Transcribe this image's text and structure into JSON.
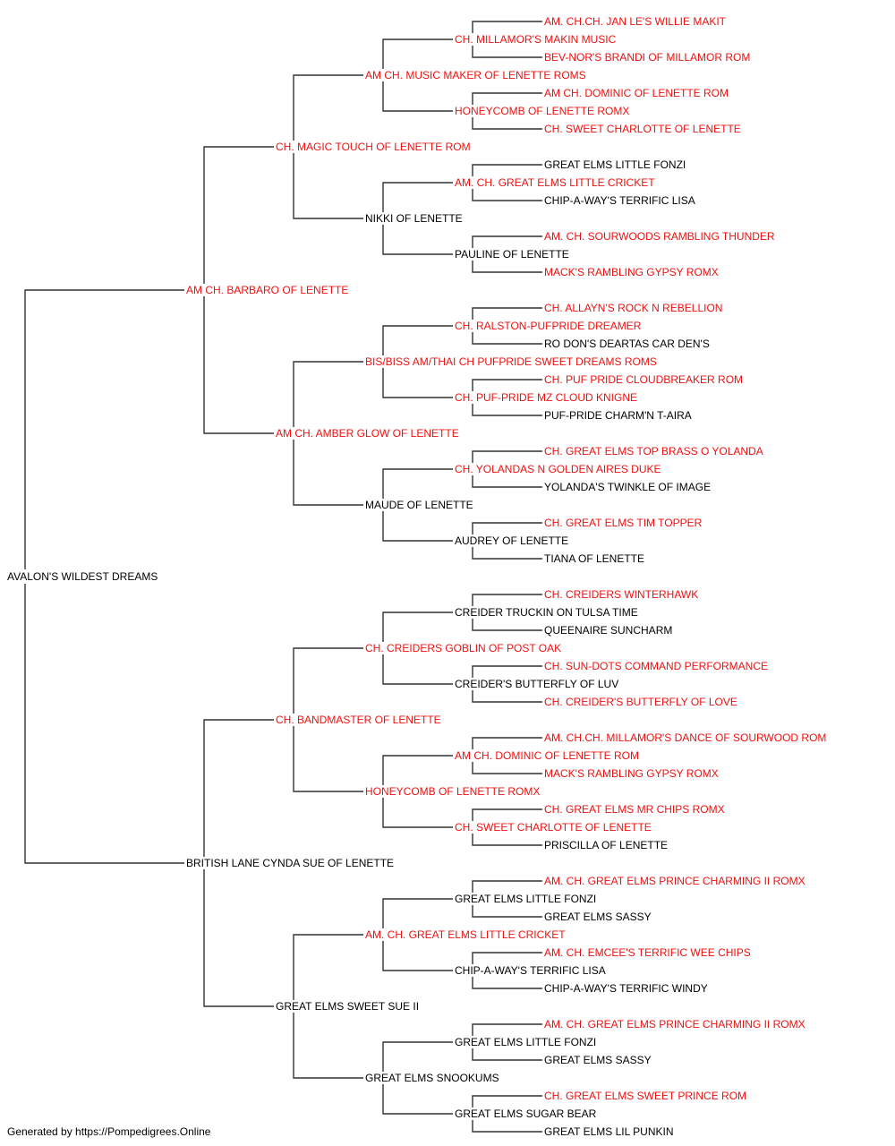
{
  "colors": {
    "champion": "#ee1111",
    "plain": "#000000",
    "line": "#333333"
  },
  "pedigree": {
    "name": "AVALON'S WILDEST DREAMS",
    "champion": false,
    "sire": {
      "name": "AM CH. BARBARO OF LENETTE",
      "champion": true,
      "sire": {
        "name": "CH. MAGIC TOUCH OF LENETTE ROM",
        "champion": true,
        "sire": {
          "name": "AM CH. MUSIC MAKER OF LENETTE ROMS",
          "champion": true,
          "sire": {
            "name": "CH. MILLAMOR'S MAKIN MUSIC",
            "champion": true,
            "sire": {
              "name": "AM. CH.CH. JAN LE'S WILLIE MAKIT",
              "champion": true
            },
            "dam": {
              "name": "BEV-NOR'S BRANDI OF MILLAMOR ROM",
              "champion": true
            }
          },
          "dam": {
            "name": "HONEYCOMB OF LENETTE ROMX",
            "champion": true,
            "sire": {
              "name": "AM CH. DOMINIC OF LENETTE ROM",
              "champion": true
            },
            "dam": {
              "name": "CH. SWEET CHARLOTTE OF LENETTE",
              "champion": true
            }
          }
        },
        "dam": {
          "name": "NIKKI OF LENETTE",
          "champion": false,
          "sire": {
            "name": "AM. CH. GREAT ELMS LITTLE CRICKET",
            "champion": true,
            "sire": {
              "name": "GREAT ELMS LITTLE FONZI",
              "champion": false
            },
            "dam": {
              "name": "CHIP-A-WAY'S TERRIFIC LISA",
              "champion": false
            }
          },
          "dam": {
            "name": "PAULINE OF LENETTE",
            "champion": false,
            "sire": {
              "name": "AM. CH. SOURWOODS RAMBLING THUNDER",
              "champion": true
            },
            "dam": {
              "name": "MACK'S RAMBLING GYPSY ROMX",
              "champion": true
            }
          }
        }
      },
      "dam": {
        "name": "AM CH. AMBER GLOW OF LENETTE",
        "champion": true,
        "sire": {
          "name": "BIS/BISS AM/THAI CH PUFPRIDE SWEET DREAMS ROMS",
          "champion": true,
          "sire": {
            "name": "CH. RALSTON-PUFPRIDE DREAMER",
            "champion": true,
            "sire": {
              "name": "CH. ALLAYN'S ROCK N REBELLION",
              "champion": true
            },
            "dam": {
              "name": "RO DON'S DEARTAS CAR DEN'S",
              "champion": false
            }
          },
          "dam": {
            "name": "CH. PUF-PRIDE MZ CLOUD KNIGNE",
            "champion": true,
            "sire": {
              "name": "CH. PUF PRIDE CLOUDBREAKER ROM",
              "champion": true
            },
            "dam": {
              "name": "PUF-PRIDE CHARM'N T-AIRA",
              "champion": false
            }
          }
        },
        "dam": {
          "name": "MAUDE OF LENETTE",
          "champion": false,
          "sire": {
            "name": "CH. YOLANDAS N GOLDEN AIRES DUKE",
            "champion": true,
            "sire": {
              "name": "CH. GREAT ELMS TOP BRASS O YOLANDA",
              "champion": true
            },
            "dam": {
              "name": "YOLANDA'S TWINKLE OF IMAGE",
              "champion": false
            }
          },
          "dam": {
            "name": "AUDREY OF LENETTE",
            "champion": false,
            "sire": {
              "name": "CH. GREAT ELMS TIM TOPPER",
              "champion": true
            },
            "dam": {
              "name": "TIANA OF LENETTE",
              "champion": false
            }
          }
        }
      }
    },
    "dam": {
      "name": "BRITISH LANE CYNDA SUE OF LENETTE",
      "champion": false,
      "sire": {
        "name": "CH. BANDMASTER OF LENETTE",
        "champion": true,
        "sire": {
          "name": "CH. CREIDERS GOBLIN OF POST OAK",
          "champion": true,
          "sire": {
            "name": "CREIDER TRUCKIN ON TULSA TIME",
            "champion": false,
            "sire": {
              "name": "CH. CREIDERS WINTERHAWK",
              "champion": true
            },
            "dam": {
              "name": "QUEENAIRE SUNCHARM",
              "champion": false
            }
          },
          "dam": {
            "name": "CREIDER'S BUTTERFLY OF LUV",
            "champion": false,
            "sire": {
              "name": "CH. SUN-DOTS COMMAND PERFORMANCE",
              "champion": true
            },
            "dam": {
              "name": "CH. CREIDER'S BUTTERFLY OF LOVE",
              "champion": true
            }
          }
        },
        "dam": {
          "name": "HONEYCOMB OF LENETTE ROMX",
          "champion": true,
          "sire": {
            "name": "AM CH. DOMINIC OF LENETTE ROM",
            "champion": true,
            "sire": {
              "name": "AM. CH.CH. MILLAMOR'S DANCE OF SOURWOOD ROM",
              "champion": true
            },
            "dam": {
              "name": "MACK'S RAMBLING GYPSY ROMX",
              "champion": true
            }
          },
          "dam": {
            "name": "CH. SWEET CHARLOTTE OF LENETTE",
            "champion": true,
            "sire": {
              "name": "CH. GREAT ELMS MR CHIPS ROMX",
              "champion": true
            },
            "dam": {
              "name": "PRISCILLA OF LENETTE",
              "champion": false
            }
          }
        }
      },
      "dam": {
        "name": "GREAT ELMS SWEET SUE II",
        "champion": false,
        "sire": {
          "name": "AM. CH. GREAT ELMS LITTLE CRICKET",
          "champion": true,
          "sire": {
            "name": "GREAT ELMS LITTLE FONZI",
            "champion": false,
            "sire": {
              "name": "AM. CH. GREAT ELMS PRINCE CHARMING II ROMX",
              "champion": true
            },
            "dam": {
              "name": "GREAT ELMS SASSY",
              "champion": false
            }
          },
          "dam": {
            "name": "CHIP-A-WAY'S TERRIFIC LISA",
            "champion": false,
            "sire": {
              "name": "AM. CH. EMCEE'S TERRIFIC WEE CHIPS",
              "champion": true
            },
            "dam": {
              "name": "CHIP-A-WAY'S TERRIFIC WINDY",
              "champion": false
            }
          }
        },
        "dam": {
          "name": "GREAT ELMS SNOOKUMS",
          "champion": false,
          "sire": {
            "name": "GREAT ELMS LITTLE FONZI",
            "champion": false,
            "sire": {
              "name": "AM. CH. GREAT ELMS PRINCE CHARMING II ROMX",
              "champion": true
            },
            "dam": {
              "name": "GREAT ELMS SASSY",
              "champion": false
            }
          },
          "dam": {
            "name": "GREAT ELMS SUGAR BEAR",
            "champion": false,
            "sire": {
              "name": "CH. GREAT ELMS SWEET PRINCE ROM",
              "champion": true
            },
            "dam": {
              "name": "GREAT ELMS LIL PUNKIN",
              "champion": false
            }
          }
        }
      }
    }
  },
  "footer": {
    "text": "Generated by https://Pompedigrees.Online"
  }
}
